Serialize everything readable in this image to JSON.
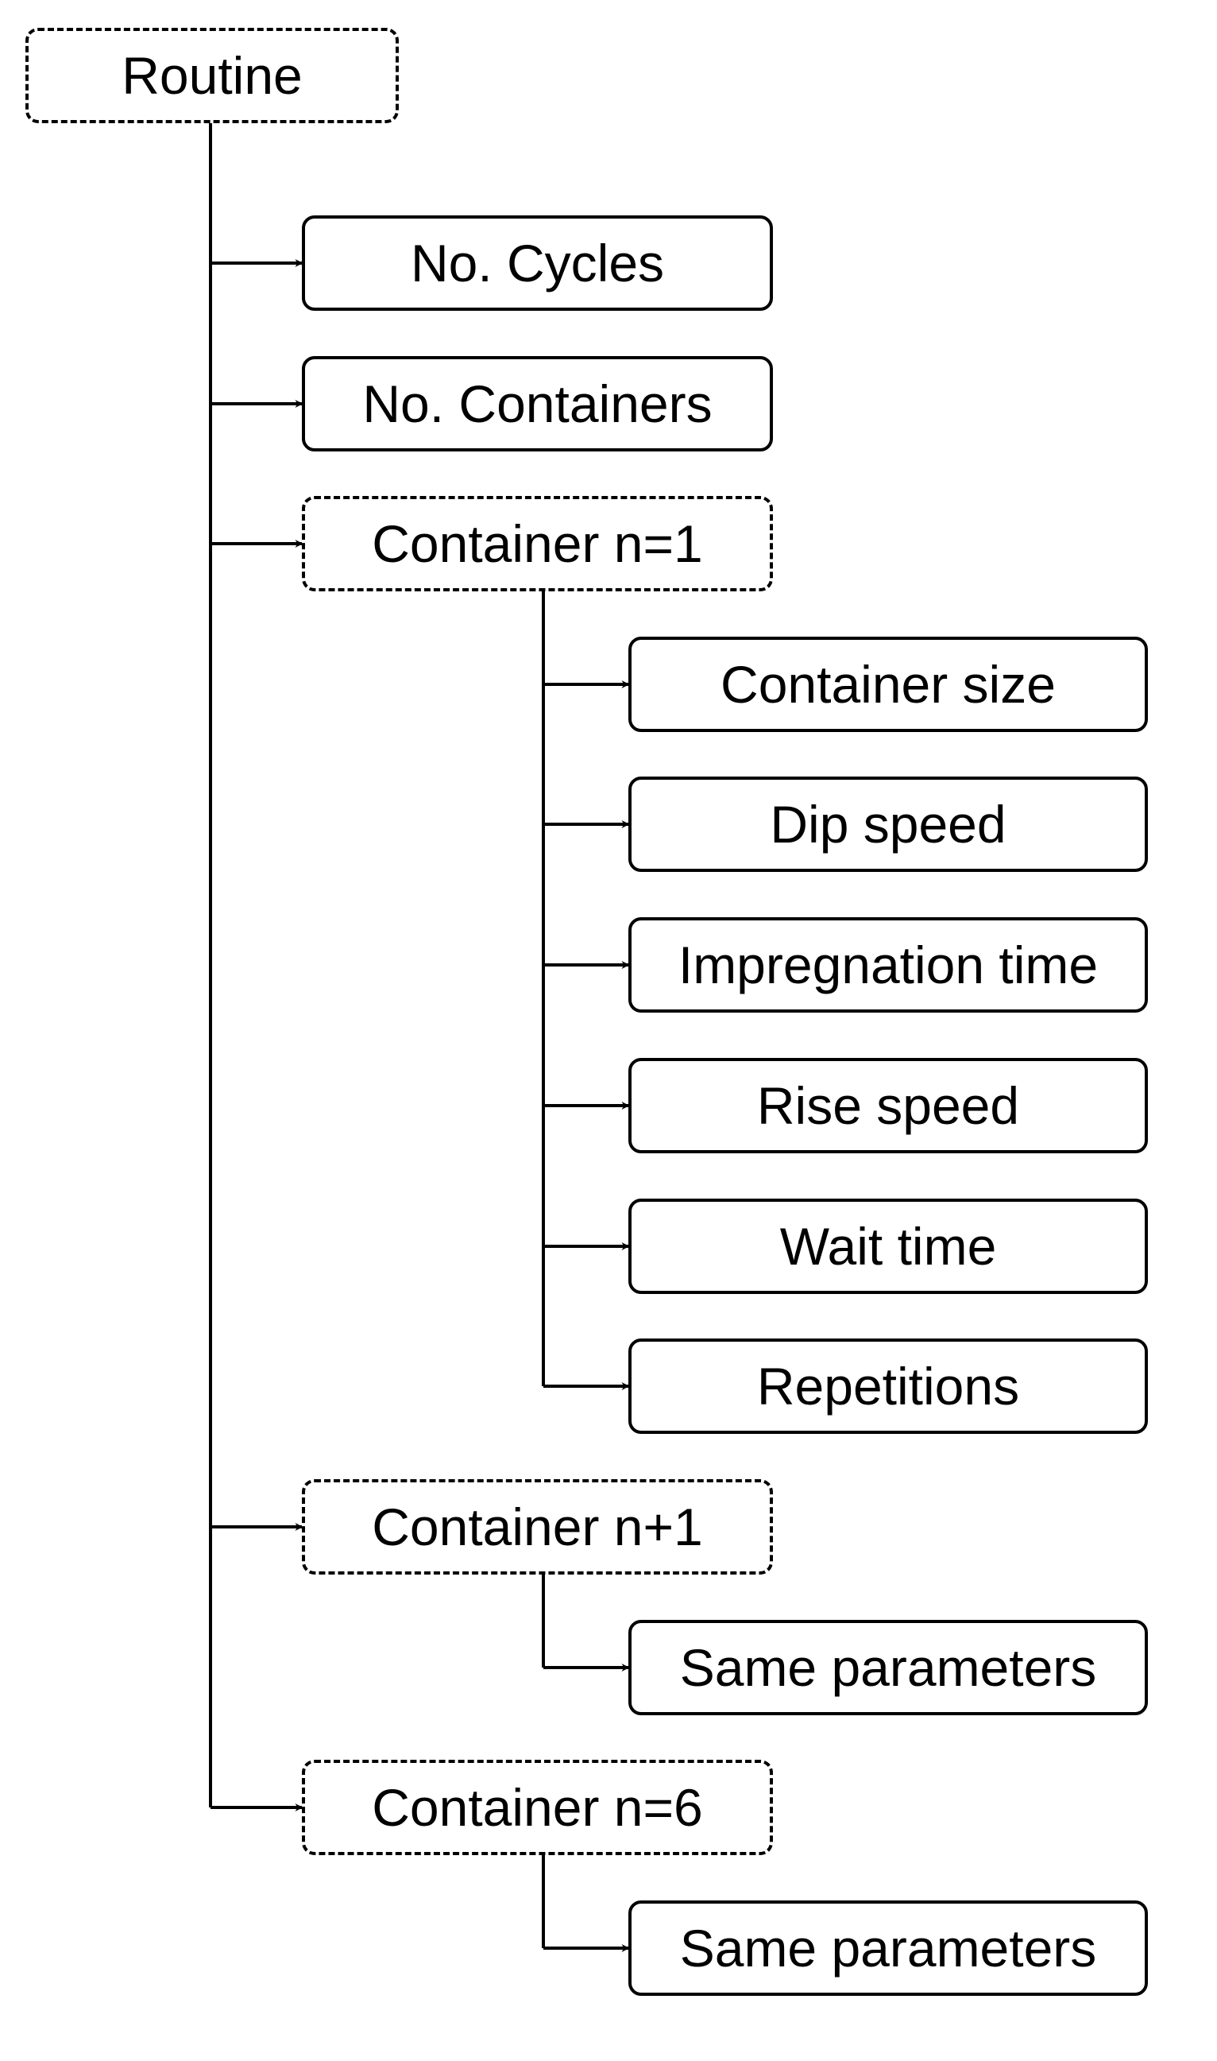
{
  "colors": {
    "line": "#000000",
    "node_border": "#000000",
    "node_fill": "#ffffff",
    "text": "#000000"
  },
  "nodes": {
    "routine": {
      "label": "Routine",
      "border": "dashed"
    },
    "no_cycles": {
      "label": "No. Cycles",
      "border": "solid"
    },
    "no_containers": {
      "label": "No. Containers",
      "border": "solid"
    },
    "container_n1": {
      "label": "Container n=1",
      "border": "dashed"
    },
    "container_size": {
      "label": "Container size",
      "border": "solid"
    },
    "dip_speed": {
      "label": "Dip speed",
      "border": "solid"
    },
    "impregnation_time": {
      "label": "Impregnation time",
      "border": "solid"
    },
    "rise_speed": {
      "label": "Rise speed",
      "border": "solid"
    },
    "wait_time": {
      "label": "Wait time",
      "border": "solid"
    },
    "repetitions": {
      "label": "Repetitions",
      "border": "solid"
    },
    "container_n_plus_1": {
      "label": "Container n+1",
      "border": "dashed"
    },
    "same_parameters_1": {
      "label": "Same parameters",
      "border": "solid"
    },
    "container_n6": {
      "label": "Container n=6",
      "border": "dashed"
    },
    "same_parameters_2": {
      "label": "Same parameters",
      "border": "solid"
    }
  },
  "edges": [
    {
      "from": "routine",
      "to": "no_cycles"
    },
    {
      "from": "routine",
      "to": "no_containers"
    },
    {
      "from": "routine",
      "to": "container_n1"
    },
    {
      "from": "container_n1",
      "to": "container_size"
    },
    {
      "from": "container_n1",
      "to": "dip_speed"
    },
    {
      "from": "container_n1",
      "to": "impregnation_time"
    },
    {
      "from": "container_n1",
      "to": "rise_speed"
    },
    {
      "from": "container_n1",
      "to": "wait_time"
    },
    {
      "from": "container_n1",
      "to": "repetitions"
    },
    {
      "from": "routine",
      "to": "container_n_plus_1"
    },
    {
      "from": "container_n_plus_1",
      "to": "same_parameters_1"
    },
    {
      "from": "routine",
      "to": "container_n6"
    },
    {
      "from": "container_n6",
      "to": "same_parameters_2"
    }
  ]
}
